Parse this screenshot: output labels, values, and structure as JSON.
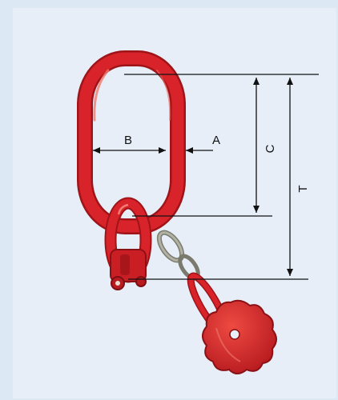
{
  "labels": {
    "a": "A",
    "b": "B",
    "c": "C",
    "t": "T"
  },
  "colors": {
    "background": "#e7eef8",
    "border": "#dce8f3",
    "chain_red": "#d8232a",
    "chain_dark": "#9e1418",
    "chain_highlight": "#f06a60",
    "dimension_line": "#111111",
    "link_gray": "#9a9a8c"
  }
}
